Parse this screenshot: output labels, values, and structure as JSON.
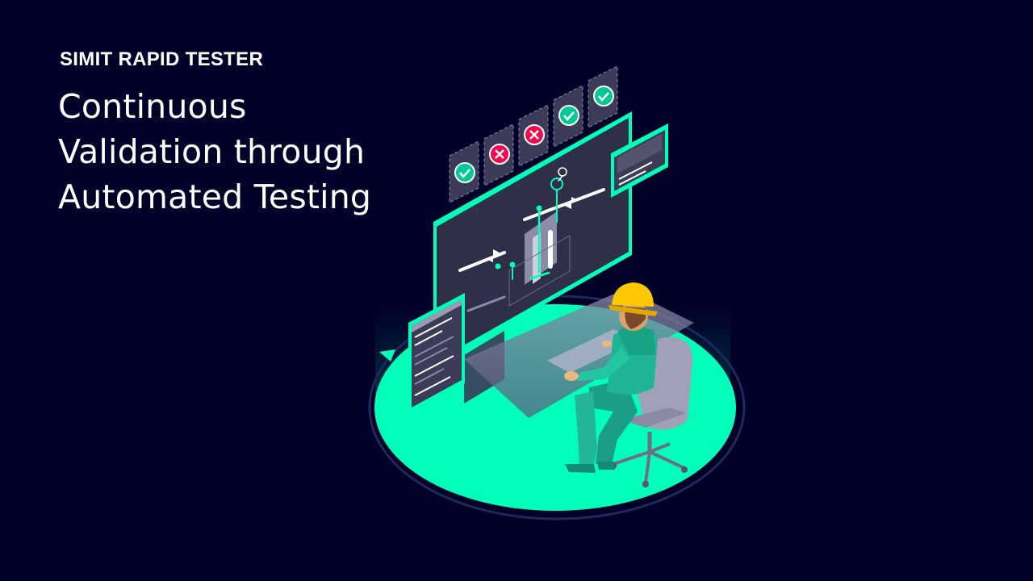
{
  "header": {
    "product": "SIMIT RAPID TESTER",
    "title_lines": [
      "Continuous",
      "Validation through",
      "Automated Testing"
    ]
  },
  "test_results": {
    "items": [
      {
        "status": "pass",
        "icon": "check-icon"
      },
      {
        "status": "fail",
        "icon": "x-icon"
      },
      {
        "status": "fail",
        "icon": "x-icon"
      },
      {
        "status": "pass",
        "icon": "check-icon"
      },
      {
        "status": "pass",
        "icon": "check-icon"
      }
    ]
  },
  "colors": {
    "background": "#000028",
    "accent": "#00FFB9",
    "pass": "#00C896",
    "fail": "#EF0A50",
    "panel": "#3C3C55",
    "helmet": "#FFC800"
  }
}
